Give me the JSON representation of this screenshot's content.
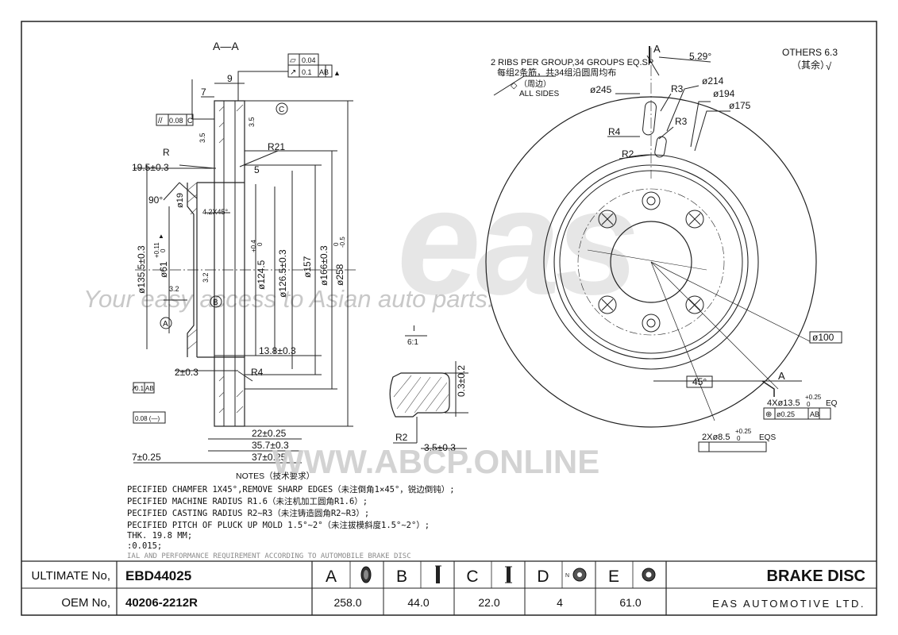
{
  "drawing": {
    "section_label": "A—A",
    "ribs_note_en": "2 RIBS PER GROUP,34 GROUPS EQ.SP",
    "ribs_note_cn": "每组2条筋，共34组沿圆周均布",
    "all_sides_cn": "（周边）",
    "all_sides_en": "ALL SIDES",
    "others_en": "OTHERS 6.3",
    "others_cn": "（其余）",
    "angle_529": "5.29°",
    "view_a_top": "A",
    "view_a_side": "A",
    "gdt": {
      "flatness_value": "0.04",
      "runout_value": "0.1",
      "runout_ref": "AB",
      "parallel_value": "0.08",
      "parallel_ref": "C",
      "runout_small_value": "0.1",
      "runout_small_ref": "AB",
      "bottom_parallel": "0.08 (—)"
    },
    "section_dims": {
      "d9": "9",
      "d7": "7",
      "r": "R",
      "r21": "R21",
      "d5": "5",
      "d195": "19.5±0.3",
      "d90": "90°",
      "d19": "ø19",
      "chamfer": "4.2X45°",
      "d135": "ø135.5±0.3",
      "d61": "ø61",
      "d61_tol": "+0.11",
      "d61_tol2": "0",
      "d1245": "ø124.5",
      "d1245_tol": "+0.4",
      "d1245_tol2": "0",
      "d1265": "ø126.5±0.3",
      "d157": "ø157",
      "d166": "ø166±0.3",
      "d258": "ø258",
      "d258_tol": "0",
      "d258_tol2": "-0.5",
      "d32a": "3.2",
      "d32b": "3.2",
      "d35a": "3.5",
      "d35b": "3.5",
      "d138": "13.8±0.3",
      "d2": "2±0.3",
      "r4": "R4",
      "d22": "22±0.25",
      "d357": "35.7±0.3",
      "d37": "37±0.25",
      "d7b": "7±0.25",
      "datum_a": "A",
      "datum_b": "B",
      "datum_c": "C"
    },
    "detail_dims": {
      "scale": "6:1",
      "scale_top": "I",
      "d03": "0.3±0.2",
      "r2": "R2",
      "d35": "3.5±0.3"
    },
    "front_dims": {
      "d245": "ø245",
      "d214": "ø214",
      "d194": "ø194",
      "d175": "ø175",
      "r3a": "R3",
      "r3b": "R3",
      "r4": "R4",
      "r2": "R2",
      "d45": "45°",
      "d100": "ø100",
      "holes1": "4Xø13.5",
      "holes1_tol": "+0.25",
      "holes1_tol2": "0",
      "holes1_eq": "EQ",
      "holes1_gdt": "ø0.25",
      "holes1_ref": "AB",
      "holes2": "2Xø8.5",
      "holes2_tol": "+0.25",
      "holes2_tol2": "0",
      "holes2_eq": "EQS"
    },
    "notes_title": "NOTES（技术要求）",
    "notes": [
      "PECIFIED CHAMFER 1X45°,REMOVE SHARP EDGES（未注倒角1×45°，锐边倒钝）;",
      "PECIFIED MACHINE RADIUS R1.6（未注机加工圆角R1.6）;",
      "PECIFIED CASTING RADIUS R2~R3（未注铸造圆角R2~R3）;",
      "PECIFIED PITCH OF PLUCK UP MOLD 1.5°~2°（未注拔模斜度1.5°~2°）;",
      "THK. 19.8 MM;",
      ":0.015;",
      "IAL AND PERFORMANCE REQUIREMENT ACCORDING TO AUTOMOBILE BRAKE DISC"
    ],
    "watermark_tagline": "Your easy access to Asian auto parts.",
    "watermark_site": "WWW.ABCP.ONLINE",
    "watermark_logo": "eas"
  },
  "title_block": {
    "ultimate_label": "ULTIMATE No,",
    "ultimate_value": "EBD44025",
    "oem_label": "OEM No,",
    "oem_value": "40206-2212R",
    "product": "BRAKE DISC",
    "company": "EAS AUTOMOTIVE LTD.",
    "columns": [
      {
        "letter": "A",
        "value": "258.0",
        "icon": "disc-diameter-icon"
      },
      {
        "letter": "B",
        "value": "44.0",
        "icon": "disc-height-icon"
      },
      {
        "letter": "C",
        "value": "22.0",
        "icon": "disc-thickness-icon"
      },
      {
        "letter": "D",
        "value": "4",
        "icon": "bolt-count-icon"
      },
      {
        "letter": "E",
        "value": "61.0",
        "icon": "center-bore-icon"
      }
    ]
  }
}
